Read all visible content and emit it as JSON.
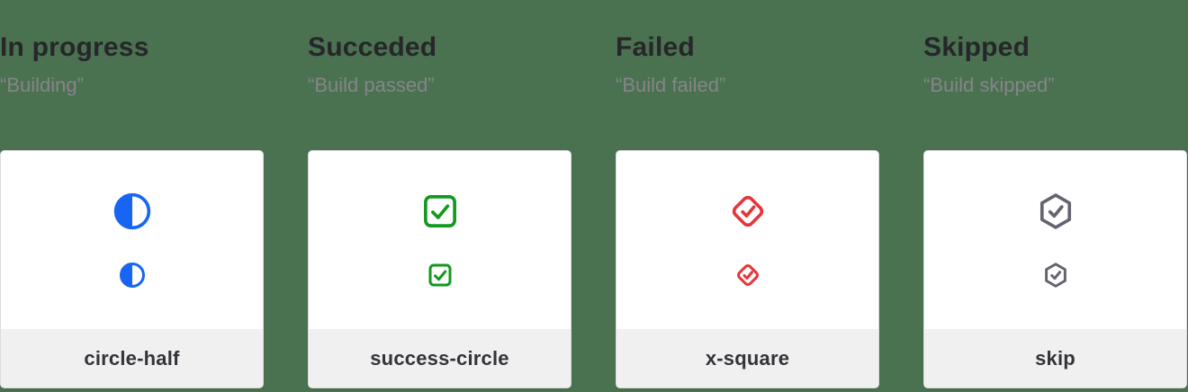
{
  "page": {
    "background_color": "#4a7150",
    "card_background": "#ffffff",
    "card_border": "#dcdcde",
    "footer_background": "#f0f0f1"
  },
  "columns": [
    {
      "title": "In progress",
      "subtitle": "“Building”",
      "label": "circle-half",
      "icon": "circle-half-icon",
      "color": "#1765f2"
    },
    {
      "title": "Succeded",
      "subtitle": "“Build passed”",
      "label": "success-circle",
      "icon": "check-square-icon",
      "color": "#12991e"
    },
    {
      "title": "Failed",
      "subtitle": "“Build failed”",
      "label": "x-square",
      "icon": "check-diamond-icon",
      "color": "#e73438"
    },
    {
      "title": "Skipped",
      "subtitle": "“Build skipped”",
      "label": "skip",
      "icon": "check-hexagon-icon",
      "color": "#646470"
    }
  ]
}
